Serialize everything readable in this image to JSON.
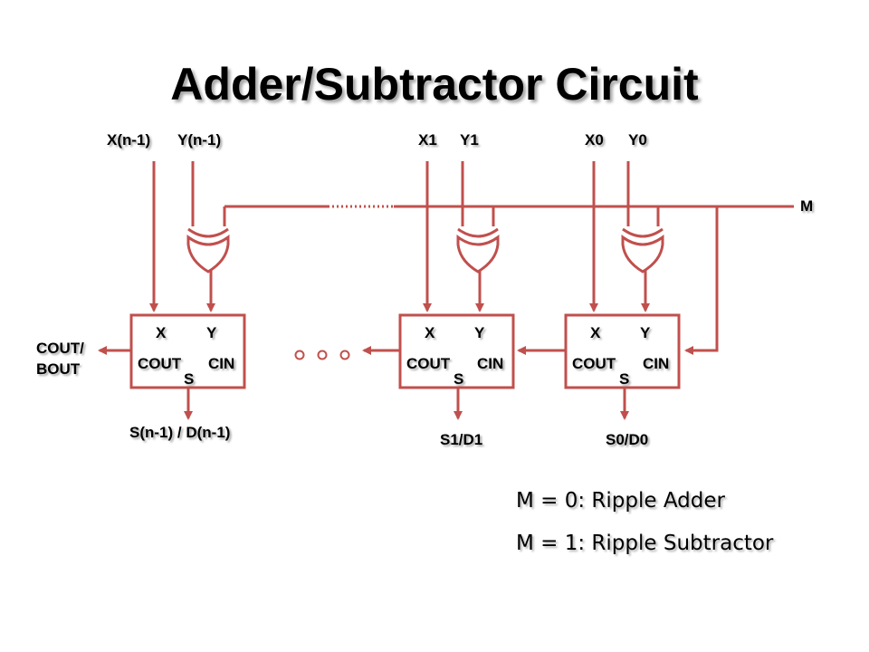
{
  "title": "Adder/Subtractor Circuit",
  "colors": {
    "wire": "#c0504d",
    "text": "#000000",
    "background": "#ffffff"
  },
  "inputs": {
    "stage_n1": {
      "x": "X(n-1)",
      "y": "Y(n-1)"
    },
    "stage_1": {
      "x": "X1",
      "y": "Y1"
    },
    "stage_0": {
      "x": "X0",
      "y": "Y0"
    },
    "mode": "M"
  },
  "blocks": {
    "x_label": "X",
    "y_label": "Y",
    "cout_label": "COUT",
    "cin_label": "CIN",
    "s_label": "S"
  },
  "outputs": {
    "stage_n1": "S(n-1) / D(n-1)",
    "stage_1": "S1/D1",
    "stage_0": "S0/D0",
    "carry_out_line1": "COUT/",
    "carry_out_line2": "BOUT"
  },
  "legend": [
    "M = 0: Ripple Adder",
    "M = 1: Ripple Subtractor"
  ],
  "icons": {
    "gate": "xor-gate-icon",
    "ellipsis": "ellipsis-circles-icon"
  }
}
